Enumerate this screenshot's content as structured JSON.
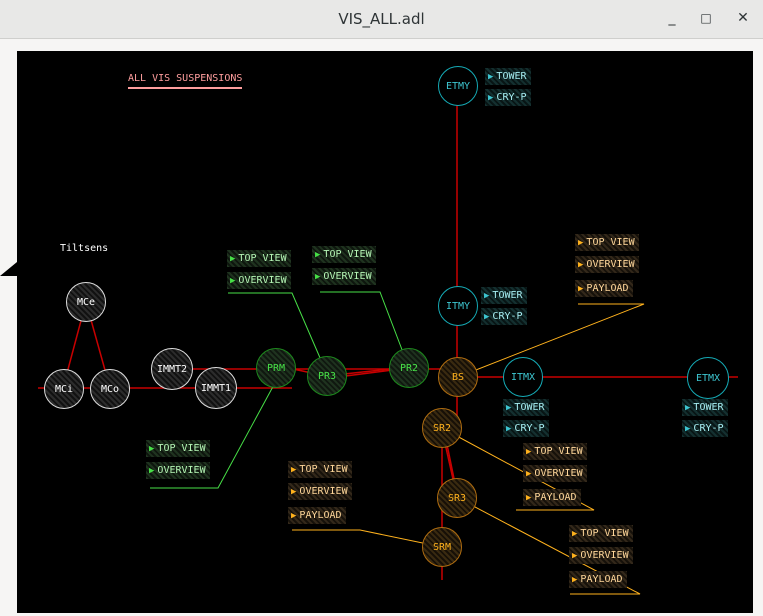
{
  "window": {
    "title": "VIS_ALL.adl",
    "minimize": "_",
    "maximize": "□",
    "close": "✕"
  },
  "header": "ALL VIS SUSPENSIONS",
  "tiltsens_label": "Tiltsens",
  "nodes": {
    "mce": "MCe",
    "mci": "MCi",
    "mco": "MCo",
    "immt2": "IMMT2",
    "immt1": "IMMT1",
    "prm": "PRM",
    "pr3": "PR3",
    "pr2": "PR2",
    "bs": "BS",
    "itmx": "ITMX",
    "itmy": "ITMY",
    "etmy": "ETMY",
    "etmx": "ETMX",
    "sr2": "SR2",
    "sr3": "SR3",
    "srm": "SRM"
  },
  "buttons": {
    "top_view": "TOP VIEW",
    "overview": "OVERVIEW",
    "payload": "PAYLOAD",
    "tower": "TOWER",
    "cry_p": "CRY-P"
  },
  "colors": {
    "beam": "#c80000",
    "green": "#47e047",
    "orange": "#ffb21d",
    "cyan": "#3dc5d0",
    "header": "#ff9e9e"
  }
}
